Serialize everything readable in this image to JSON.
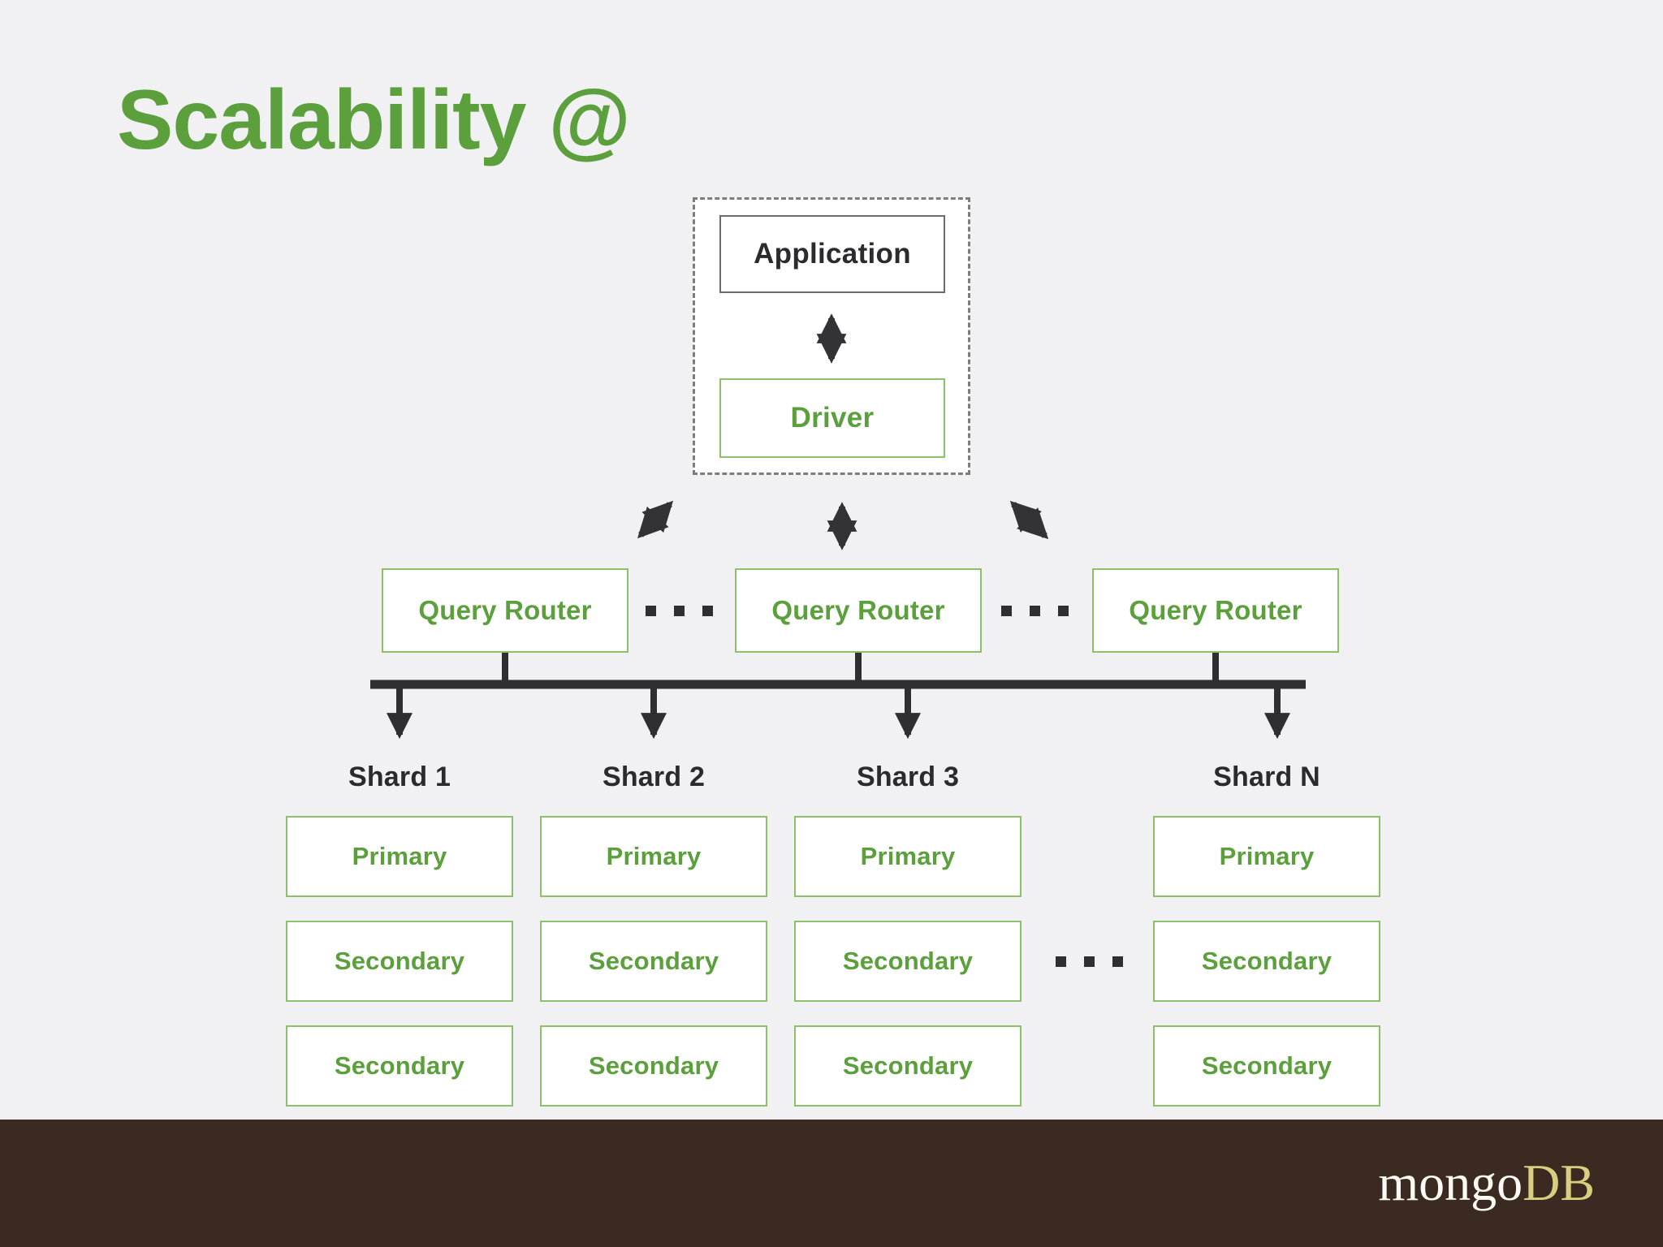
{
  "slide": {
    "title": "Scalability @",
    "background_color": "#f1f0f2",
    "accent_green": "#5ba03c",
    "border_green": "#8dc06a",
    "dark_text": "#2b2b2d",
    "gray_border": "#6b6b6f"
  },
  "app_group": {
    "application_label": "Application",
    "driver_label": "Driver"
  },
  "query_routers": [
    {
      "label": "Query Router"
    },
    {
      "label": "Query Router"
    },
    {
      "label": "Query Router"
    }
  ],
  "ellipsis": {
    "dot_count": 3,
    "dot_char": "."
  },
  "shards": [
    {
      "label": "Shard 1",
      "nodes": [
        {
          "label": "Primary"
        },
        {
          "label": "Secondary"
        },
        {
          "label": "Secondary"
        }
      ]
    },
    {
      "label": "Shard 2",
      "nodes": [
        {
          "label": "Primary"
        },
        {
          "label": "Secondary"
        },
        {
          "label": "Secondary"
        }
      ]
    },
    {
      "label": "Shard 3",
      "nodes": [
        {
          "label": "Primary"
        },
        {
          "label": "Secondary"
        },
        {
          "label": "Secondary"
        }
      ]
    },
    {
      "label": "Shard N",
      "nodes": [
        {
          "label": "Primary"
        },
        {
          "label": "Secondary"
        },
        {
          "label": "Secondary"
        }
      ]
    }
  ],
  "footer": {
    "background_color": "#3a2a21",
    "logo_primary": "mongo",
    "logo_secondary": "DB",
    "logo_primary_color": "#fdfaf3",
    "logo_secondary_color": "#d9ce7f"
  }
}
